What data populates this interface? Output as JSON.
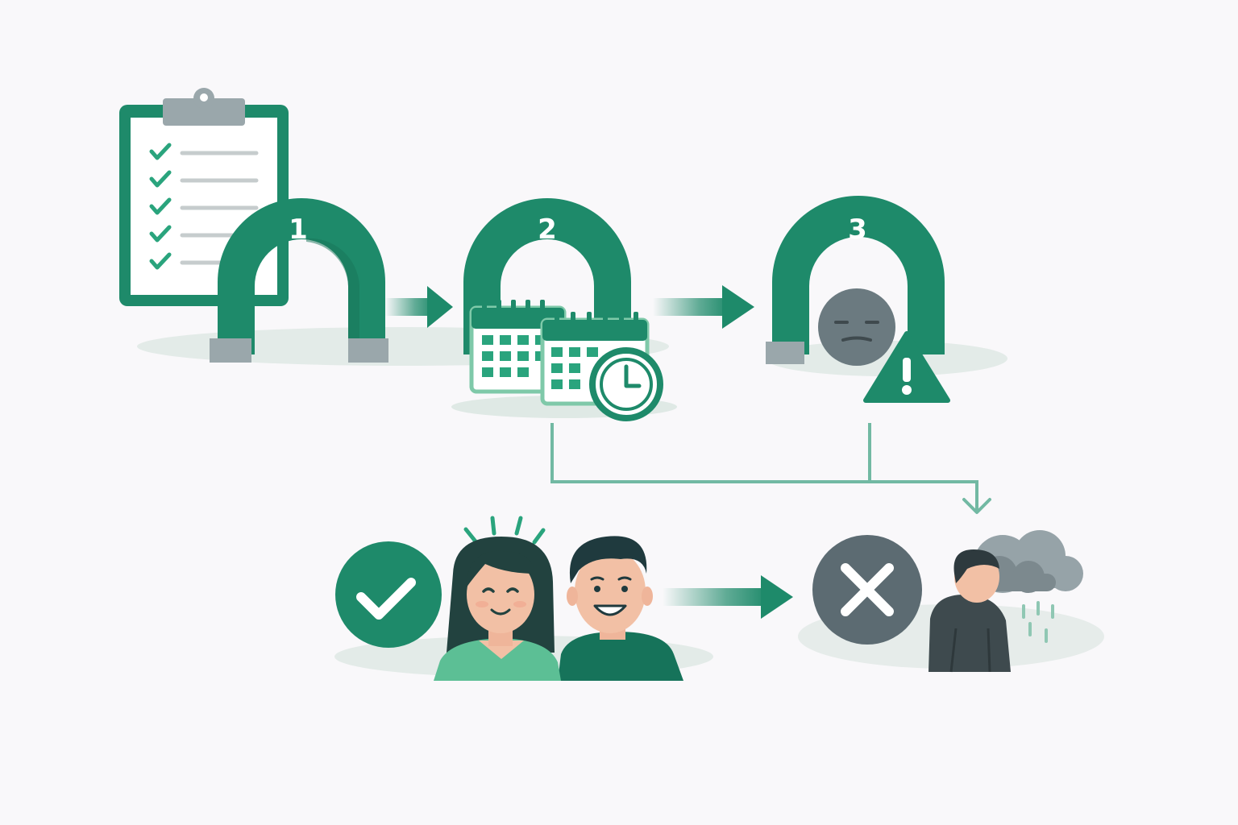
{
  "stages": [
    {
      "number": "1",
      "icon": "clipboard-checklist-icon"
    },
    {
      "number": "2",
      "icon": "calendar-clock-icon"
    },
    {
      "number": "3",
      "icon": "sad-face-warning-icon"
    }
  ],
  "outcomes": [
    {
      "icon": "check-circle-icon",
      "people": "happy-couple-icon"
    },
    {
      "icon": "x-circle-icon",
      "people": "sad-person-rain-cloud-icon"
    }
  ],
  "colors": {
    "primary_green": "#1e8a6a",
    "light_green": "#5fbf98",
    "gray": "#5c6b72",
    "light_gray": "#9aa7ab",
    "shadow": "#e4ece9"
  }
}
